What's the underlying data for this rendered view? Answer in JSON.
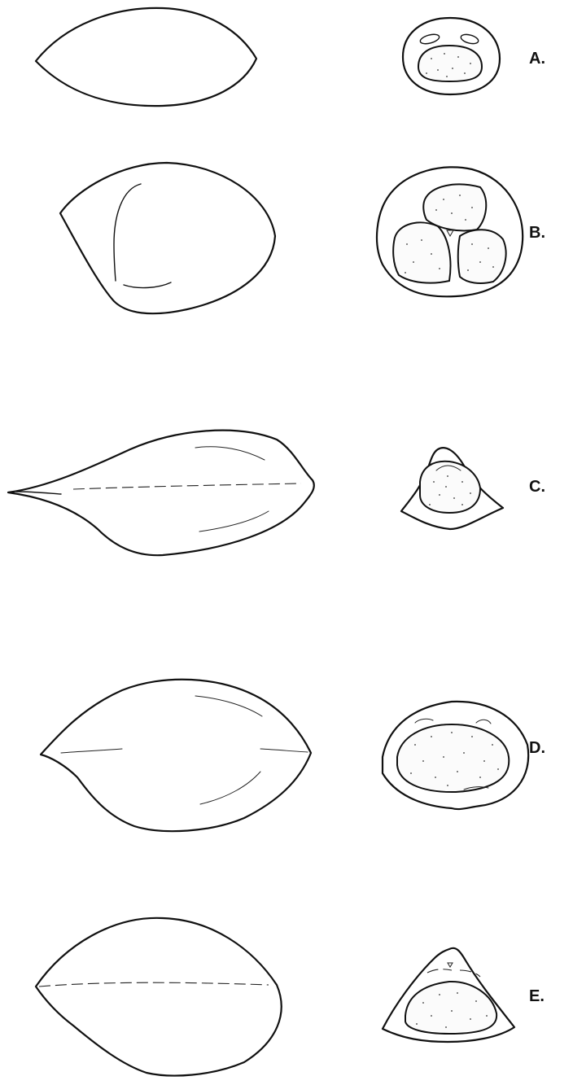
{
  "figure": {
    "rows": [
      {
        "label": "A."
      },
      {
        "label": "B."
      },
      {
        "label": "C."
      },
      {
        "label": "D."
      },
      {
        "label": "E."
      }
    ]
  }
}
